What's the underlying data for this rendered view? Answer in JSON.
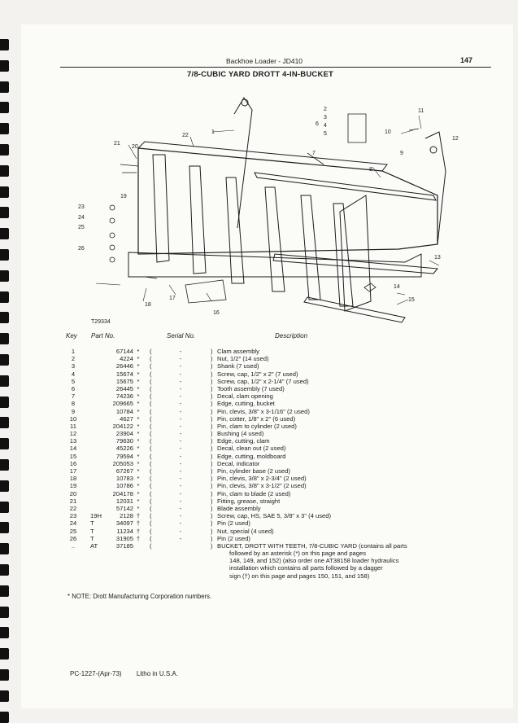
{
  "header": {
    "title": "Backhoe Loader - JD410",
    "page_number": "147"
  },
  "figure": {
    "title": "7/8-CUBIC YARD DROTT 4-IN-BUCKET",
    "illustration_code": "T29334",
    "callouts": [
      "1",
      "2",
      "3",
      "4",
      "5",
      "6",
      "7",
      "8",
      "9",
      "10",
      "11",
      "12",
      "13",
      "14",
      "15",
      "16",
      "17",
      "18",
      "19",
      "20",
      "21",
      "22",
      "23",
      "24",
      "25",
      "26"
    ]
  },
  "columns": {
    "key": "Key",
    "part": "Part No.",
    "serial": "Serial No.",
    "description": "Description"
  },
  "parts": [
    {
      "key": "1",
      "prefix": "",
      "part": "67144",
      "mark": "*",
      "serial": "-",
      "desc": "Clam assembly"
    },
    {
      "key": "2",
      "prefix": "",
      "part": "4224",
      "mark": "*",
      "serial": "-",
      "desc": "Nut, 1/2\" (14 used)"
    },
    {
      "key": "3",
      "prefix": "",
      "part": "26446",
      "mark": "*",
      "serial": "-",
      "desc": "Shank (7 used)"
    },
    {
      "key": "4",
      "prefix": "",
      "part": "15674",
      "mark": "*",
      "serial": "-",
      "desc": "Screw, cap, 1/2\" x 2\" (7 used)"
    },
    {
      "key": "5",
      "prefix": "",
      "part": "15675",
      "mark": "*",
      "serial": "-",
      "desc": "Screw, cap, 1/2\" x 2-1/4\" (7 used)"
    },
    {
      "key": "6",
      "prefix": "",
      "part": "26445",
      "mark": "*",
      "serial": "-",
      "desc": "Tooth assembly (7 used)"
    },
    {
      "key": "7",
      "prefix": "",
      "part": "74236",
      "mark": "*",
      "serial": "-",
      "desc": "Decal, clam opening"
    },
    {
      "key": "8",
      "prefix": "",
      "part": "209665",
      "mark": "*",
      "serial": "-",
      "desc": "Edge, cutting, bucket"
    },
    {
      "key": "9",
      "prefix": "",
      "part": "10784",
      "mark": "*",
      "serial": "-",
      "desc": "Pin, clevis, 3/8\" x 3-1/16\" (2 used)"
    },
    {
      "key": "10",
      "prefix": "",
      "part": "4627",
      "mark": "*",
      "serial": "-",
      "desc": "Pin, cotter, 1/8\" x 2\" (6 used)"
    },
    {
      "key": "11",
      "prefix": "",
      "part": "204122",
      "mark": "*",
      "serial": "-",
      "desc": "Pin, clam to cylinder (2 used)"
    },
    {
      "key": "12",
      "prefix": "",
      "part": "23904",
      "mark": "*",
      "serial": "-",
      "desc": "Bushing (4 used)"
    },
    {
      "key": "13",
      "prefix": "",
      "part": "79630",
      "mark": "*",
      "serial": "-",
      "desc": "Edge, cutting, clam"
    },
    {
      "key": "14",
      "prefix": "",
      "part": "45226",
      "mark": "*",
      "serial": "-",
      "desc": "Decal, clean out (2 used)"
    },
    {
      "key": "15",
      "prefix": "",
      "part": "79594",
      "mark": "*",
      "serial": "-",
      "desc": "Edge, cutting, moldboard"
    },
    {
      "key": "16",
      "prefix": "",
      "part": "205053",
      "mark": "*",
      "serial": "-",
      "desc": "Decal, indicator"
    },
    {
      "key": "17",
      "prefix": "",
      "part": "67267",
      "mark": "*",
      "serial": "-",
      "desc": "Pin, cylinder base (2 used)"
    },
    {
      "key": "18",
      "prefix": "",
      "part": "10783",
      "mark": "*",
      "serial": "-",
      "desc": "Pin, clevis, 3/8\" x 2-3/4\" (2 used)"
    },
    {
      "key": "19",
      "prefix": "",
      "part": "10786",
      "mark": "*",
      "serial": "-",
      "desc": "Pin, clevis, 3/8\" x 3-1/2\" (2 used)"
    },
    {
      "key": "20",
      "prefix": "",
      "part": "204178",
      "mark": "*",
      "serial": "-",
      "desc": "Pin, clam to blade (2 used)"
    },
    {
      "key": "21",
      "prefix": "",
      "part": "12031",
      "mark": "*",
      "serial": "-",
      "desc": "Fitting, grease, straight"
    },
    {
      "key": "22",
      "prefix": "",
      "part": "57142",
      "mark": "*",
      "serial": "-",
      "desc": "Blade assembly"
    },
    {
      "key": "23",
      "prefix": "19H",
      "part": "2128",
      "mark": "†",
      "serial": "-",
      "desc": "Screw, cap, HS, SAE 5, 3/8\" x 3\" (4 used)"
    },
    {
      "key": "24",
      "prefix": "T",
      "part": "34097",
      "mark": "†",
      "serial": "-",
      "desc": "Pin (2 used)"
    },
    {
      "key": "25",
      "prefix": "T",
      "part": "11234",
      "mark": "†",
      "serial": "-",
      "desc": "Nut, special (4 used)"
    },
    {
      "key": "26",
      "prefix": "T",
      "part": "31905",
      "mark": "†",
      "serial": "-",
      "desc": "Pin (2 used)"
    },
    {
      "key": "..",
      "prefix": "AT",
      "part": "37185",
      "mark": "",
      "serial": "",
      "desc": "BUCKET, DROTT WITH TEETH, 7/8-CUBIC YARD (contains all parts"
    }
  ],
  "continuation": [
    "followed by an asterisk (*) on this page and pages",
    "148, 149, and 152) (also order one AT38158 loader hydraulics",
    "installation which contains all parts followed by a dagger",
    "sign (†) on this page and pages 150, 151, and 158)"
  ],
  "note": "* NOTE: Drott Manufacturing Corporation numbers.",
  "footer": {
    "code": "PC-1227-(Apr-73)",
    "printer": "Litho in U.S.A."
  },
  "colors": {
    "paper": "#fbfbf8",
    "ink": "#1c1c1c",
    "binding": "#111111"
  }
}
